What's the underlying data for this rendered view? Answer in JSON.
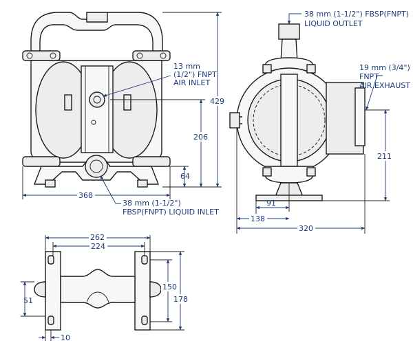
{
  "dimensions": {
    "overall_height": "429",
    "air_inlet_height": "206",
    "liquid_inlet_height": "64",
    "overall_width_front": "368",
    "exhaust_height": "211",
    "side_91": "91",
    "side_138": "138",
    "side_320": "320",
    "base_262": "262",
    "base_224": "224",
    "base_150": "150",
    "base_178": "178",
    "base_51": "51",
    "base_10": "10"
  },
  "callouts": {
    "air_inlet": [
      "13 mm",
      "(1/2\") FNPT",
      "AIR INLET"
    ],
    "liquid_inlet": [
      "38 mm (1-1/2\")",
      "FBSP(FNPT) LIQUID INLET"
    ],
    "liquid_outlet": [
      "38 mm (1-1/2\") FBSP(FNPT)",
      "LIQUID OUTLET"
    ],
    "air_exhaust": [
      "19 mm (3/4\")",
      "FNPT",
      "AIR EXHAUST"
    ]
  }
}
